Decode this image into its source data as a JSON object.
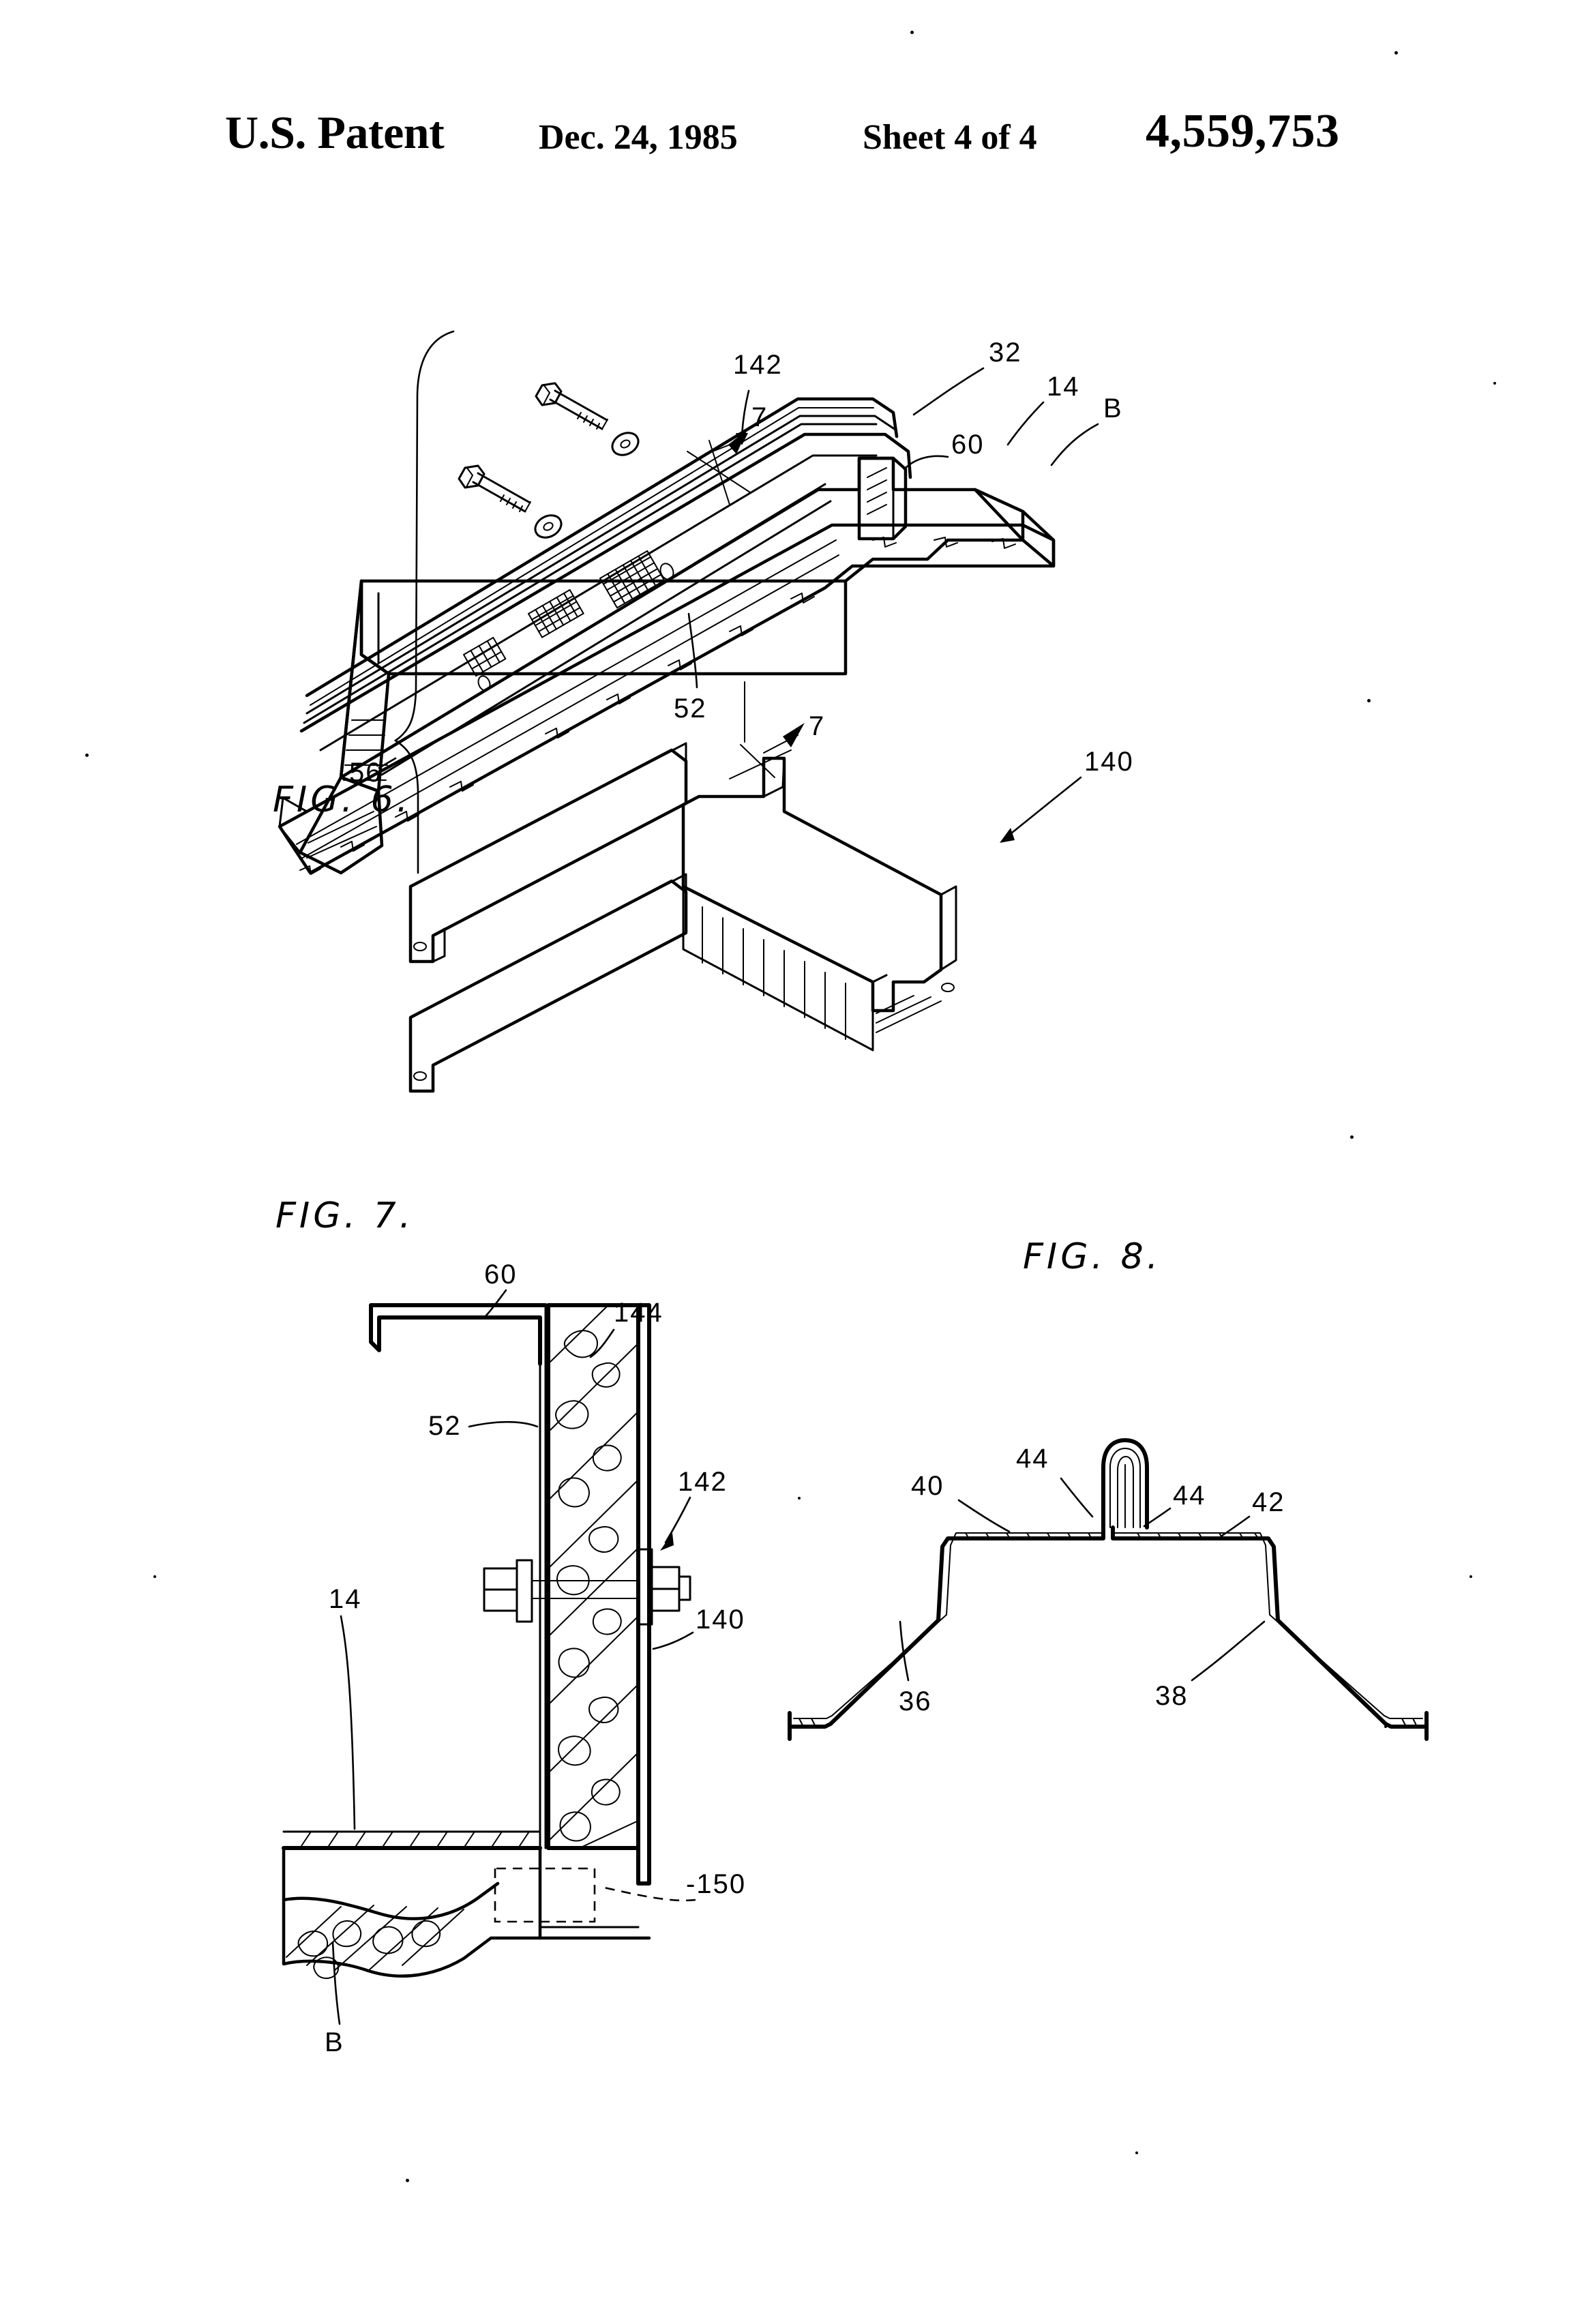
{
  "header": {
    "office": "U.S. Patent",
    "date": "Dec. 24, 1985",
    "sheet": "Sheet 4 of 4",
    "patent_number": "4,559,753"
  },
  "figures": [
    {
      "id": "fig6",
      "label": "FIG. 6.",
      "callouts": [
        "142",
        "32",
        "14",
        "60",
        "B",
        "7",
        "7",
        "56",
        "52",
        "140"
      ]
    },
    {
      "id": "fig7",
      "label": "FIG. 7.",
      "callouts": [
        "60",
        "144",
        "52",
        "142",
        "14",
        "140",
        "150",
        "B"
      ]
    },
    {
      "id": "fig8",
      "label": "FIG. 8.",
      "callouts": [
        "44",
        "44",
        "40",
        "42",
        "36",
        "38"
      ]
    }
  ],
  "fig6": {
    "label": "FIG. 6.",
    "ref_142": "142",
    "ref_32": "32",
    "ref_14": "14",
    "ref_60": "60",
    "ref_B": "B",
    "ref_7a": "7",
    "ref_7b": "7",
    "ref_56": "56",
    "ref_52": "52",
    "ref_140": "140"
  },
  "fig7": {
    "label": "FIG. 7.",
    "ref_60": "60",
    "ref_144": "144",
    "ref_52": "52",
    "ref_142": "142",
    "ref_14": "14",
    "ref_140": "140",
    "ref_150": "-150",
    "ref_B": "B"
  },
  "fig8": {
    "label": "FIG. 8.",
    "ref_44a": "44",
    "ref_44b": "44",
    "ref_40": "40",
    "ref_42": "42",
    "ref_36": "36",
    "ref_38": "38"
  },
  "colors": {
    "ink": "#000000",
    "paper": "#ffffff"
  }
}
